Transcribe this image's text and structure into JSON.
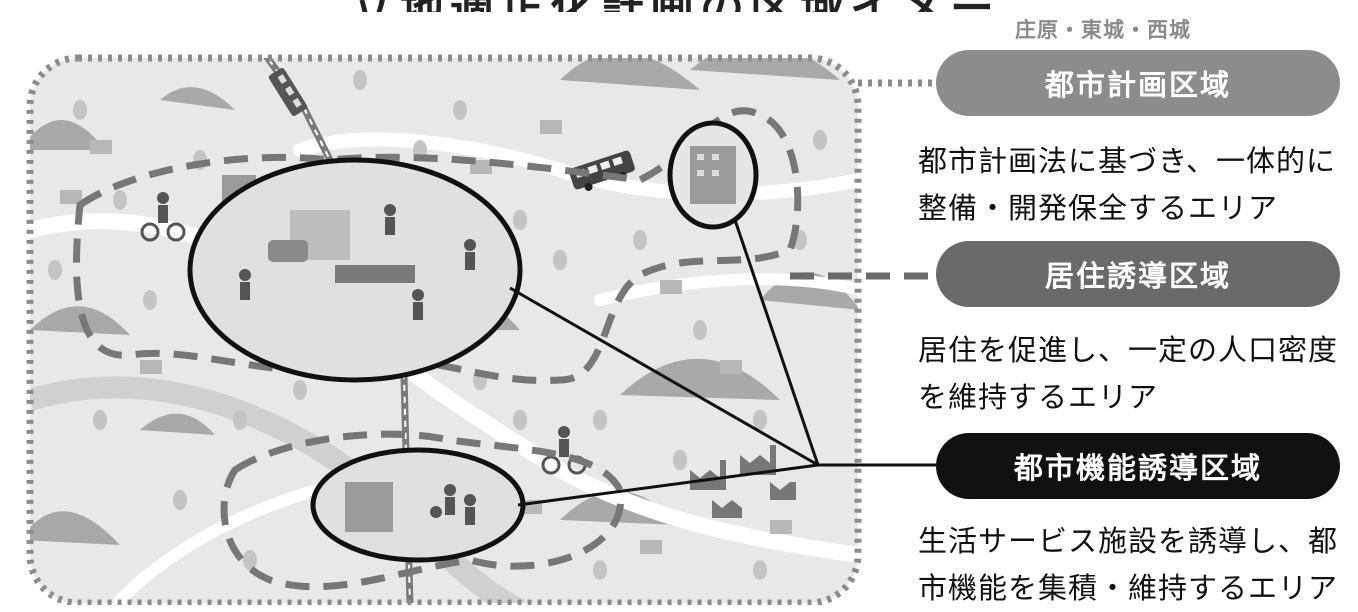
{
  "header": {
    "title_fragment": "立地適正化計画の区域イメージ",
    "district_label": "庄原・東城・西城"
  },
  "zones": [
    {
      "name": "都市計画区域",
      "description": "都市計画法に基づき、一体的に整備・開発保全するエリア",
      "pill_color": "#8c8c8c",
      "line_style": "dotted"
    },
    {
      "name": "居住誘導区域",
      "description": "居住を促進し、一定の人口密度を維持するエリア",
      "pill_color": "#6a6a6a",
      "line_style": "dashed"
    },
    {
      "name": "都市機能誘導区域",
      "description": "生活サービス施設を誘導し、都市機能を集積・維持するエリア",
      "pill_color": "#111111",
      "line_style": "solid"
    }
  ],
  "colors": {
    "map_background": "#e8e8e8",
    "road": "#ffffff",
    "mountain": "#a9a9a9",
    "tree": "#c4c4c4",
    "building": "#b8b8b8"
  }
}
